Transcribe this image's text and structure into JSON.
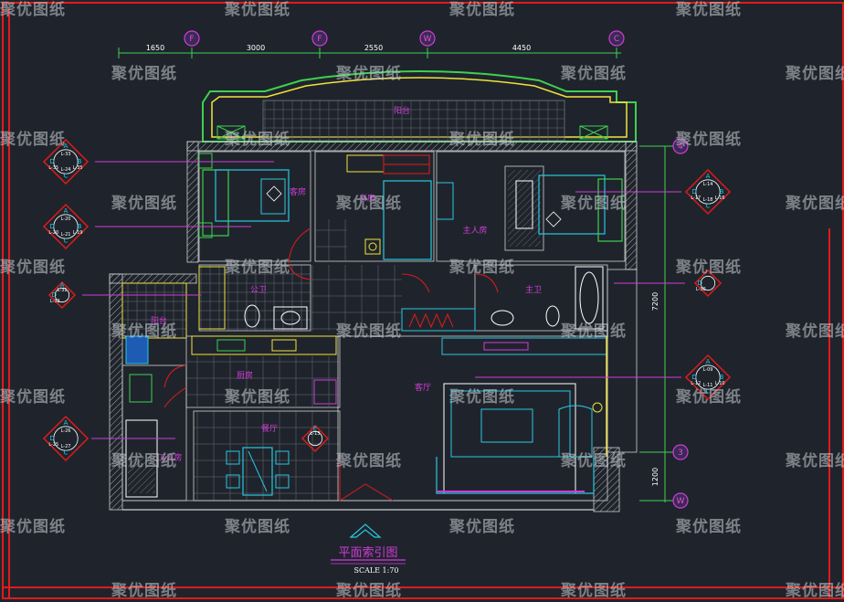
{
  "title": "平面索引图",
  "scale": "SCALE 1:70",
  "watermark": "聚优图纸",
  "dimensions_top": [
    "1650",
    "3000",
    "2550",
    "4450"
  ],
  "dimensions_right": [
    "7200",
    "1200"
  ],
  "axes_top": [
    "F",
    "F",
    "W",
    "C"
  ],
  "axes_right": [
    "4",
    "3",
    "W"
  ],
  "rooms": {
    "balcony": "阳台",
    "guest_room": "客房",
    "study": "书房",
    "master_bedroom": "主人房",
    "guest_bath": "公卫",
    "master_bath": "主卫",
    "yard": "阳台",
    "kitchen": "厨房",
    "living": "客厅",
    "dining": "餐厅",
    "maid_room": "工人房"
  },
  "index_symbols": [
    {
      "a": "A",
      "b": "B",
      "c": "C",
      "d": "D",
      "n": [
        "L-33",
        "L-35",
        "L-24",
        "L-35"
      ]
    },
    {
      "a": "A",
      "b": "B",
      "c": "C",
      "d": "D",
      "n": [
        "L-20",
        "L-19",
        "L-21",
        "L-20"
      ]
    },
    {
      "a": "A",
      "b": "",
      "c": "",
      "d": "D",
      "n": [
        "L-31",
        "",
        "",
        "L-32"
      ]
    },
    {
      "a": "A",
      "b": "",
      "c": "C",
      "d": "D",
      "n": [
        "L-26",
        "",
        "L-27",
        "L-25"
      ]
    },
    {
      "a": "A",
      "b": "B",
      "c": "C",
      "d": "D",
      "n": [
        "L-14",
        "L-16",
        "L-18",
        "L-17"
      ]
    },
    {
      "a": "",
      "b": "",
      "c": "",
      "d": "D",
      "n": [
        "",
        "",
        "",
        "L-30"
      ]
    },
    {
      "a": "A",
      "b": "B",
      "c": "C",
      "d": "D",
      "n": [
        "L-09",
        "L-10",
        "L-11",
        "L-12"
      ]
    },
    {
      "a": "E",
      "b": "",
      "c": "",
      "d": "",
      "n": [
        "L-13",
        "",
        "",
        ""
      ]
    }
  ]
}
